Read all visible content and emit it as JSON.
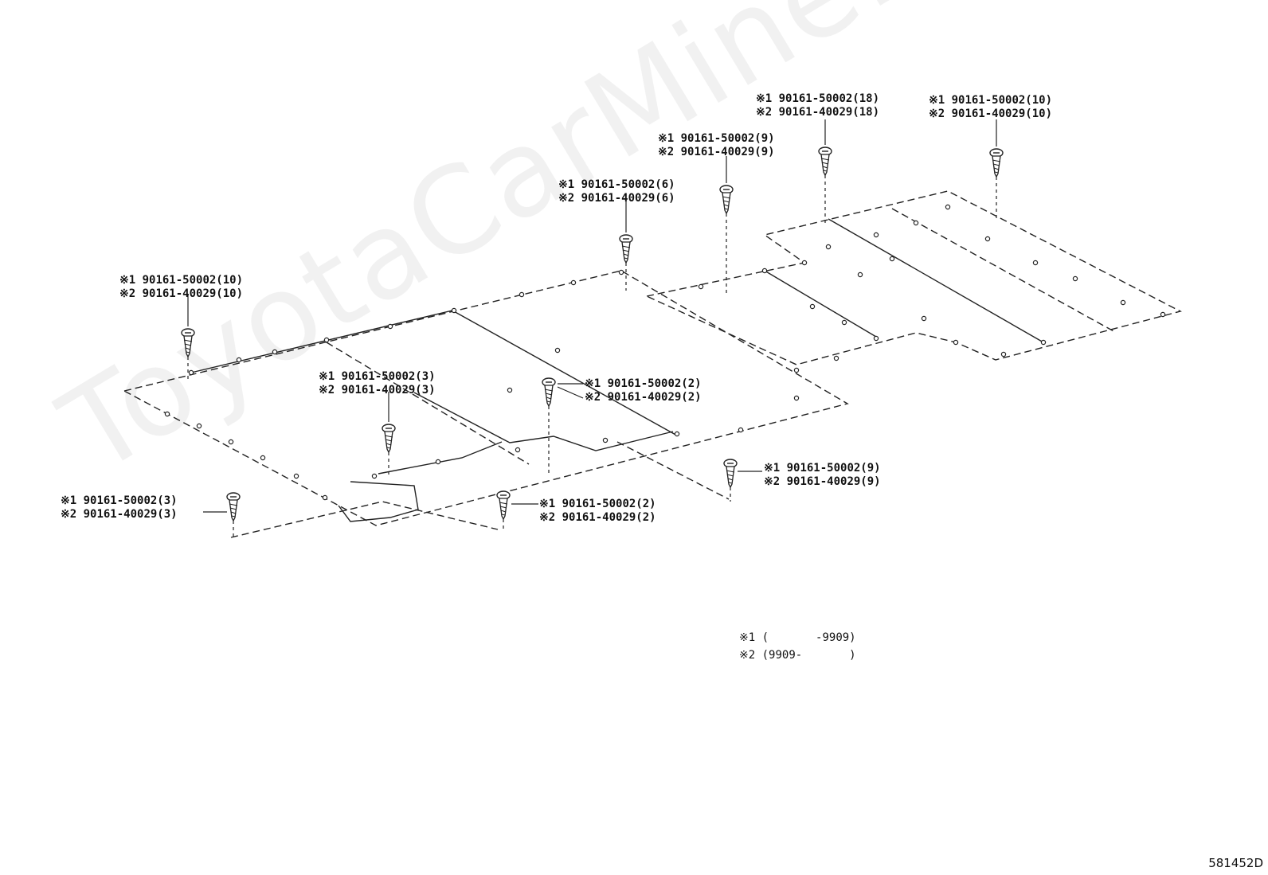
{
  "watermark": "ToyotaCarMine.ru",
  "diagram_id": "581452D",
  "legend": [
    {
      "mark": "※1",
      "text": "(       -9909)"
    },
    {
      "mark": "※2",
      "text": "(9909-       )"
    }
  ],
  "callouts": [
    {
      "id": "screw-left-rear",
      "line1": "※1 90161-50002(10)",
      "line2": "※2 90161-40029(10)"
    },
    {
      "id": "screw-front-low-left",
      "line1": "※1 90161-50002(3)",
      "line2": "※2 90161-40029(3)"
    },
    {
      "id": "screw-center-left",
      "line1": "※1 90161-50002(3)",
      "line2": "※2 90161-40029(3)"
    },
    {
      "id": "screw-center-mid",
      "line1": "※1 90161-50002(2)",
      "line2": "※2 90161-40029(2)"
    },
    {
      "id": "screw-front-center",
      "line1": "※1 90161-50002(2)",
      "line2": "※2 90161-40029(2)"
    },
    {
      "id": "screw-center-right",
      "line1": "※1 90161-50002(9)",
      "line2": "※2 90161-40029(9)"
    },
    {
      "id": "screw-top-a",
      "line1": "※1 90161-50002(6)",
      "line2": "※2 90161-40029(6)"
    },
    {
      "id": "screw-top-b",
      "line1": "※1 90161-50002(9)",
      "line2": "※2 90161-40029(9)"
    },
    {
      "id": "screw-top-c",
      "line1": "※1 90161-50002(18)",
      "line2": "※2 90161-40029(18)"
    },
    {
      "id": "screw-top-d",
      "line1": "※1 90161-50002(10)",
      "line2": "※2 90161-40029(10)"
    }
  ]
}
